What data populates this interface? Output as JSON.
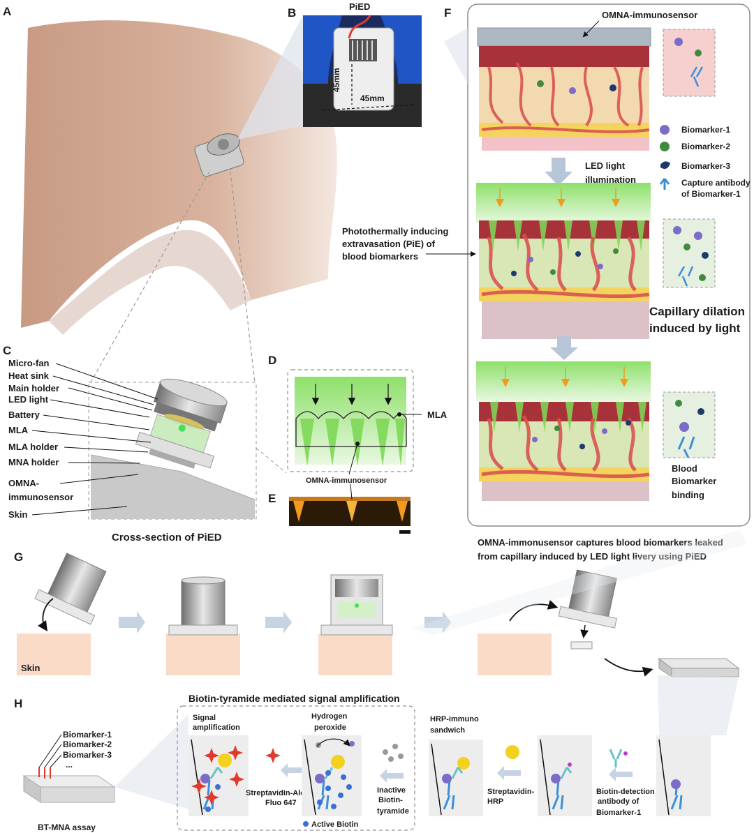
{
  "panel_letters": {
    "a": "A",
    "b": "B",
    "c": "C",
    "d": "D",
    "e": "E",
    "f": "F",
    "g": "G",
    "h": "H"
  },
  "panel_b": {
    "title": "PiED",
    "dim_h": "45mm",
    "dim_w": "45mm"
  },
  "panel_c": {
    "labels": [
      "Micro-fan",
      "Heat sink",
      "Main holder",
      "LED light",
      "Battery",
      "MLA",
      "MLA holder",
      "MNA holder",
      "OMNA-",
      "immunosensor",
      "Skin"
    ],
    "caption": "Cross-section of PiED"
  },
  "panel_d": {
    "mla": "MLA",
    "sensor": "OMNA-immunosensor"
  },
  "panel_f": {
    "sensor_label": "OMNA-immunosensor",
    "legend": [
      "Biomarker-1",
      "Biomarker-2",
      "Biomarker-3",
      "Capture antibody",
      "of Biomarker-1"
    ],
    "led_line1": "LED light",
    "led_line2": "illumination",
    "pie_line1": "Photothermally inducing",
    "pie_line2": "extravasation (PiE) of",
    "pie_line3": "blood biomarkers",
    "dil_line1": "Capillary dilation",
    "dil_line2": "induced by light",
    "bind_line1": "Blood",
    "bind_line2": "Biomarker",
    "bind_line3": "binding",
    "caption1": "OMNA-immonusensor captures blood biomarkers leaked",
    "caption2": "from capillary induced by LED light livery using PiED"
  },
  "panel_g": {
    "skin": "Skin"
  },
  "panel_h": {
    "title": "Biotin-tyramide mediated signal amplification",
    "assay_labels": [
      "Biomarker-1",
      "Biomarker-2",
      "Biomarker-3",
      "..."
    ],
    "assay_caption": "BT-MNA assay",
    "signal_line1": "Signal",
    "signal_line2": "amplification",
    "h2o2_line1": "Hydrogen",
    "h2o2_line2": "peroxide",
    "hrp_line1": "HRP-immuno",
    "hrp_line2": "sandwich",
    "strep_alexa1": "Streptavidin-Alexa",
    "strep_alexa2": "Fluo 647",
    "inactive1": "Inactive",
    "inactive2": "Biotin-",
    "inactive3": "tyramide",
    "strep_hrp1": "Streptavidin-",
    "strep_hrp2": "HRP",
    "detect1": "Biotin-detection",
    "detect2": "antibody of",
    "detect3": "Biomarker-1",
    "active_biotin": "Active Biotin"
  },
  "colors": {
    "skin_tone": "#d9b8a4",
    "tissue": "#f3d9b0",
    "vessel": "#d9534f",
    "green": "#7ed957",
    "orange": "#f29a1d",
    "antibody": "#3a8fd8"
  }
}
